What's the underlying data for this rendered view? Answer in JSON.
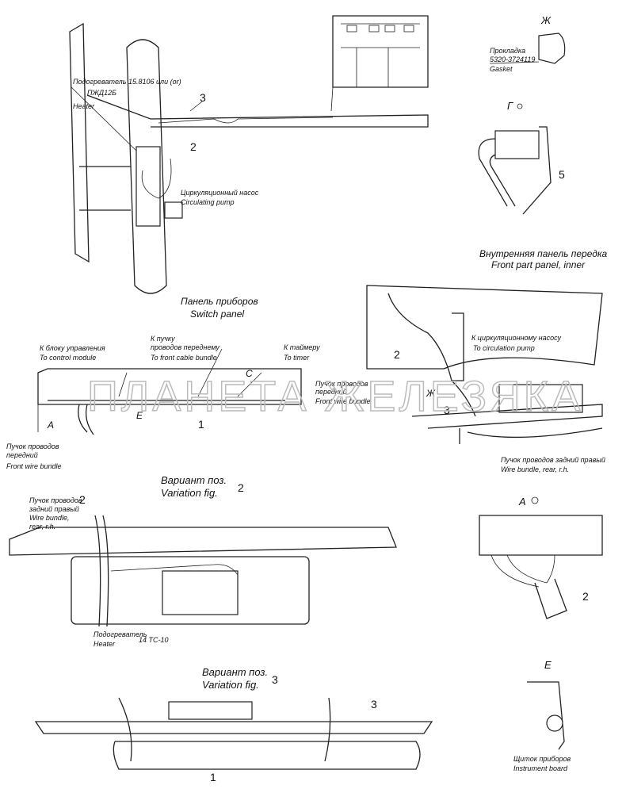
{
  "labels": {
    "heater_top_ru": "Подогреватель 15.8106 или (or)",
    "heater_top_ru2": "ПЖД12Б",
    "heater_top_en": "Heater",
    "pump_ru": "Циркуляционный насос",
    "pump_en": "Circulating pump",
    "gasket_ru": "Прокладка",
    "gasket_code": "5320-3724119",
    "gasket_en": "Gasket",
    "switch_panel_ru": "Панель приборов",
    "switch_panel_en": "Switch panel",
    "front_panel_ru": "Внутренняя панель передка",
    "front_panel_en": "Front part panel, inner",
    "control_ru": "К блоку управления",
    "control_en": "To control module",
    "front_cable_ru1": "К пучку",
    "front_cable_ru2": "проводов переднему",
    "front_cable_en": "To front cable bundle",
    "timer_ru": "К таймеру",
    "timer_en": "To timer",
    "front_bundle_ru1": "Пучок проводов",
    "front_bundle_ru2": "передний",
    "front_bundle_en": "Front wire bundle",
    "circ_pump_ru": "К циркуляционному насосу",
    "circ_pump_en": "To circulation pump",
    "rear_bundle_ru": "Пучок проводов задний правый",
    "rear_bundle_en": "Wire bundle, rear, r.h.",
    "variation2_ru": "Вариант поз.",
    "variation2_en": "Variation fig.",
    "variation2_num": "2",
    "rear_bundle2_ru1": "Пучок проводов",
    "rear_bundle2_ru2": "задний правый",
    "rear_bundle2_en1": "Wire bundle,",
    "rear_bundle2_en2": "rear, r.h.",
    "heater2_ru": "Подогреватель",
    "heater2_code": "14 ТС-10",
    "heater2_en": "Heater",
    "variation3_ru": "Вариант поз.",
    "variation3_en": "Variation fig.",
    "variation3_num": "3",
    "instrument_ru": "Щиток приборов",
    "instrument_en": "Instrument board"
  },
  "view_letters": {
    "zh": "Ж",
    "g": "Г",
    "a": "А",
    "e": "Е",
    "a_arrow": "А",
    "e_arrow": "Е",
    "c": "С",
    "zh2": "Ж"
  },
  "callouts": {
    "n1": "1",
    "n2": "2",
    "n3": "3",
    "n5": "5"
  },
  "watermark": "ПЛАНЕТА ЖЕЛЕЗЯКА"
}
